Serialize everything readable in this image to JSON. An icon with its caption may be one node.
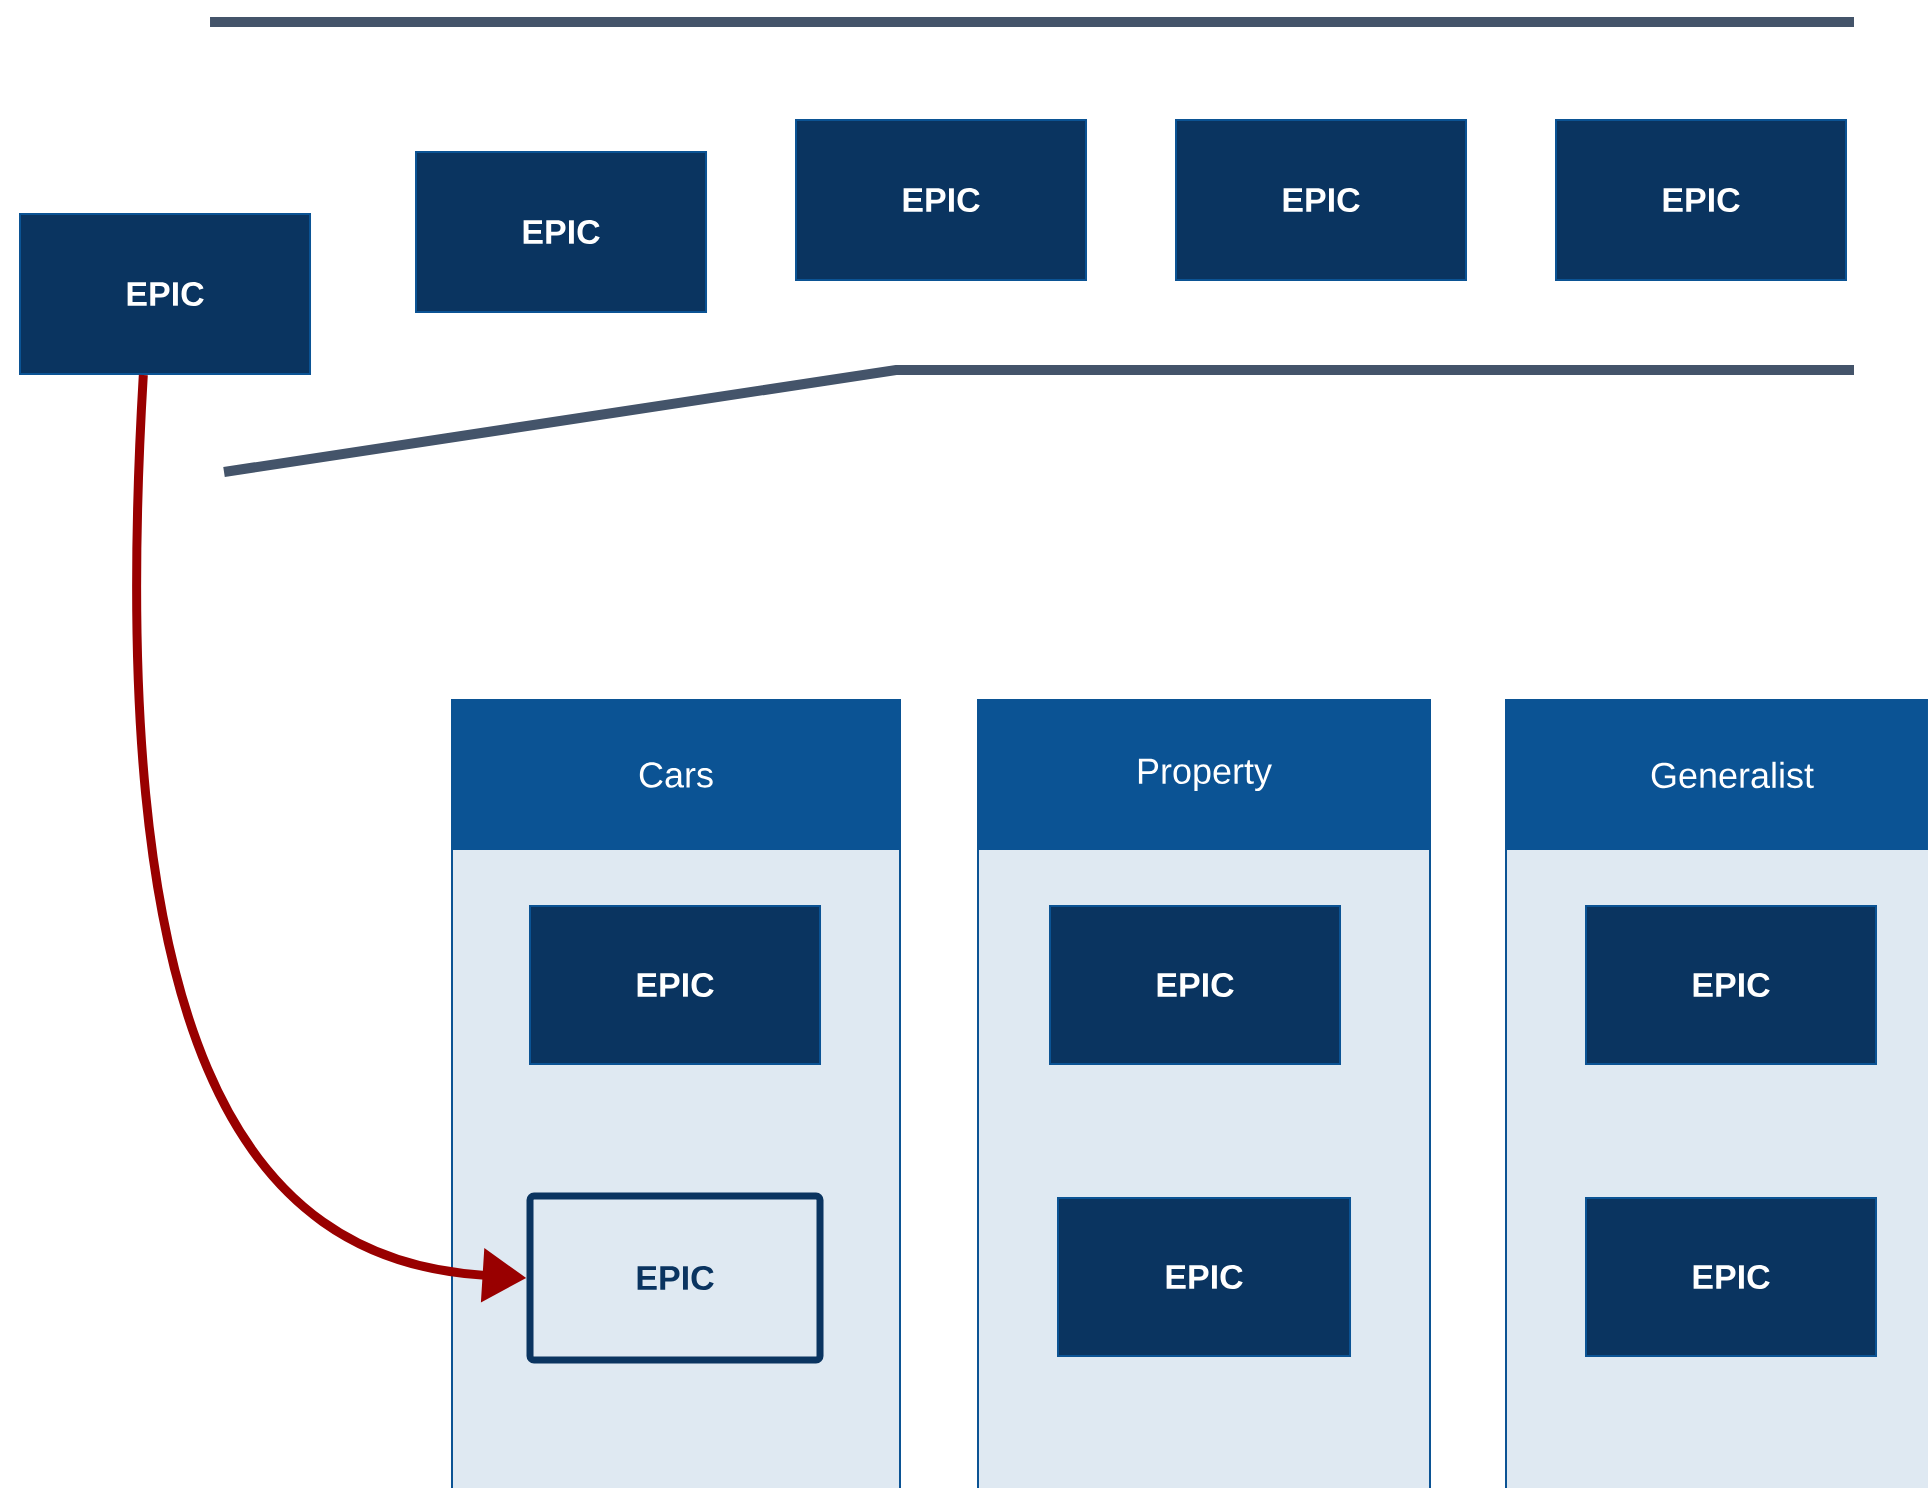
{
  "diagram": {
    "nodes": [
      {
        "text": [
          "EPIC"
        ]
      },
      {
        "text": [
          "EPIC"
        ]
      },
      {
        "text": [
          "EPIC"
        ]
      },
      {
        "text": [
          "EPIC"
        ]
      },
      {
        "text": [
          "EPIC"
        ]
      },
      {
        "text": [
          "Cars"
        ]
      },
      {
        "text": [
          "Property"
        ]
      },
      {
        "text": [
          "Generalist"
        ]
      },
      {
        "text": [
          "EPIC"
        ],
        "in": 5
      },
      {
        "text": [
          "EPIC"
        ],
        "in": 5
      },
      {
        "text": [
          "EPIC"
        ],
        "in": 6
      },
      {
        "text": [
          "EPIC"
        ],
        "in": 6
      },
      {
        "text": [
          "EPIC"
        ],
        "in": 7
      },
      {
        "text": [
          "EPIC"
        ],
        "in": 7
      }
    ],
    "edges": [
      {
        "from": 0,
        "to": 9,
        "arrow": "to"
      }
    ]
  }
}
